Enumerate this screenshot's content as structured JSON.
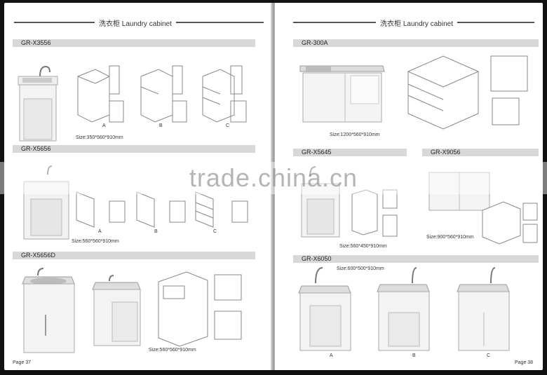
{
  "header": {
    "left_title": "洗衣柜 Laundry cabinet",
    "right_title": "洗衣柜 Laundry cabinet"
  },
  "left_page": {
    "sections": [
      {
        "model": "GR-X3556",
        "size": "Size:350*560*910mm",
        "variants": [
          "A",
          "B",
          "C"
        ]
      },
      {
        "model": "GR-X5656",
        "size": "Size:560*560*910mm",
        "variants": [
          "A",
          "B",
          "C"
        ]
      },
      {
        "model": "GR-X5656D",
        "size": "Size:560*560*910mm"
      }
    ],
    "page_number": "Page 37"
  },
  "right_page": {
    "sections": [
      {
        "model": "GR-300A",
        "size": "Size:1200*560*910mm"
      },
      {
        "model": "GR-X5645",
        "size": "Size:560*450*910mm"
      },
      {
        "model": "GR-X9056",
        "size": "Size:900*560*910mm"
      },
      {
        "model": "GR-X6050",
        "size": "Size:600*500*910mm",
        "variants": [
          "A",
          "B",
          "C"
        ]
      }
    ],
    "page_number": "Page 38"
  },
  "watermark": "trade.china.cn"
}
